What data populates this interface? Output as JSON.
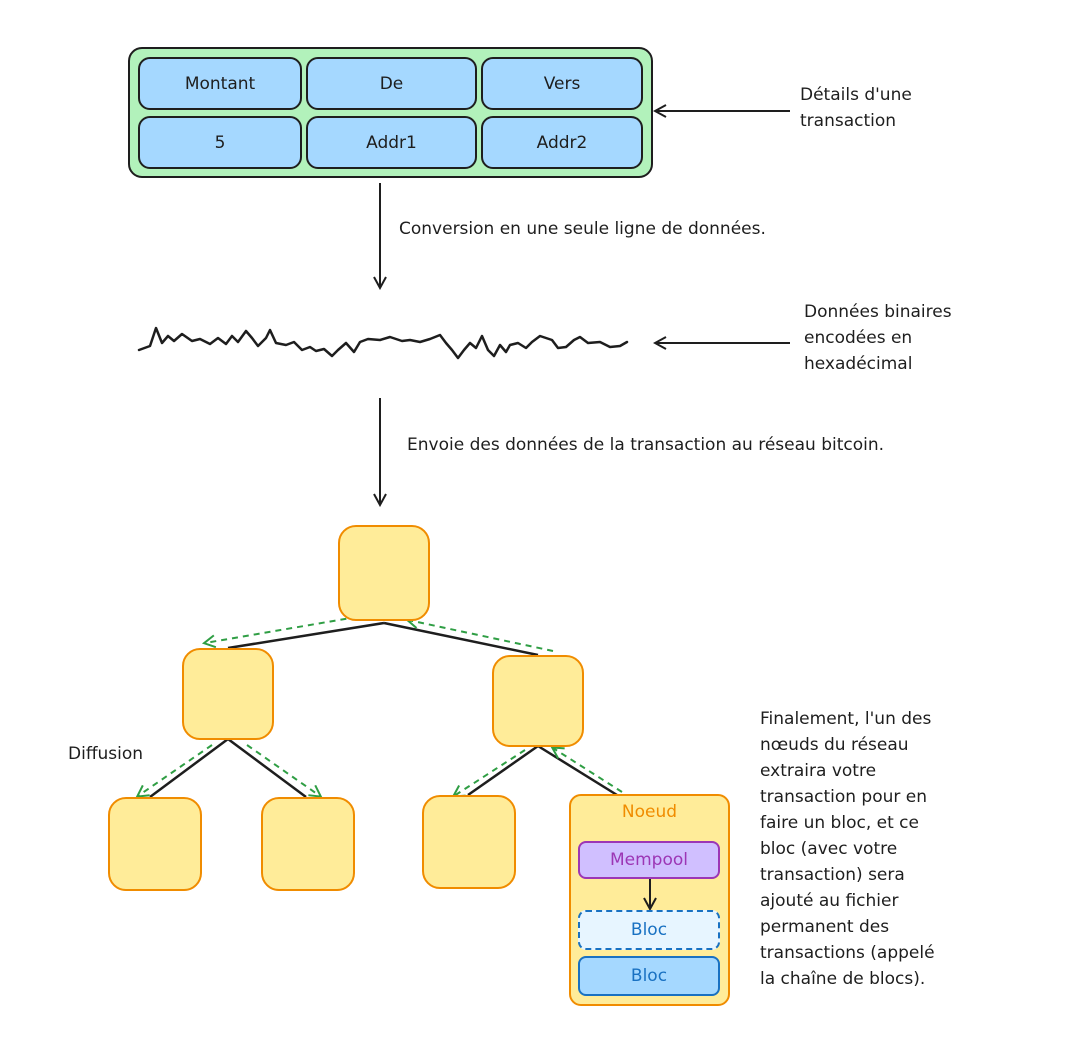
{
  "table": {
    "headers": [
      "Montant",
      "De",
      "Vers"
    ],
    "values": [
      "5",
      "Addr1",
      "Addr2"
    ]
  },
  "labels": {
    "details": [
      "Détails d'une",
      "transaction"
    ],
    "conversion": "Conversion en une seule ligne de données.",
    "binary": [
      "Données binaires",
      "encodées en",
      "hexadécimal"
    ],
    "send": "Envoie des données de la transaction au réseau bitcoin.",
    "diffusion": "Diffusion",
    "final": [
      "Finalement, l'un des",
      "nœuds du réseau",
      "extraira votre",
      "transaction pour en",
      "faire un bloc, et ce",
      "bloc (avec votre",
      "transaction) sera",
      "ajouté au fichier",
      "permanent des",
      "transactions (appelé",
      "la chaîne de blocs)."
    ]
  },
  "node_detail": {
    "title": "Noeud",
    "mempool": "Mempool",
    "bloc_pending": "Bloc",
    "bloc_chain": "Bloc"
  },
  "colors": {
    "table_bg": "#b2f2bb",
    "cell_bg": "#a5d8ff",
    "node_fill": "#ffec99",
    "node_stroke": "#f08c00",
    "mempool_fill": "#d0bfff",
    "mempool_stroke": "#9c36b5",
    "bloc_text": "#1971c2",
    "broadcast_arrow": "#2f9e44"
  }
}
